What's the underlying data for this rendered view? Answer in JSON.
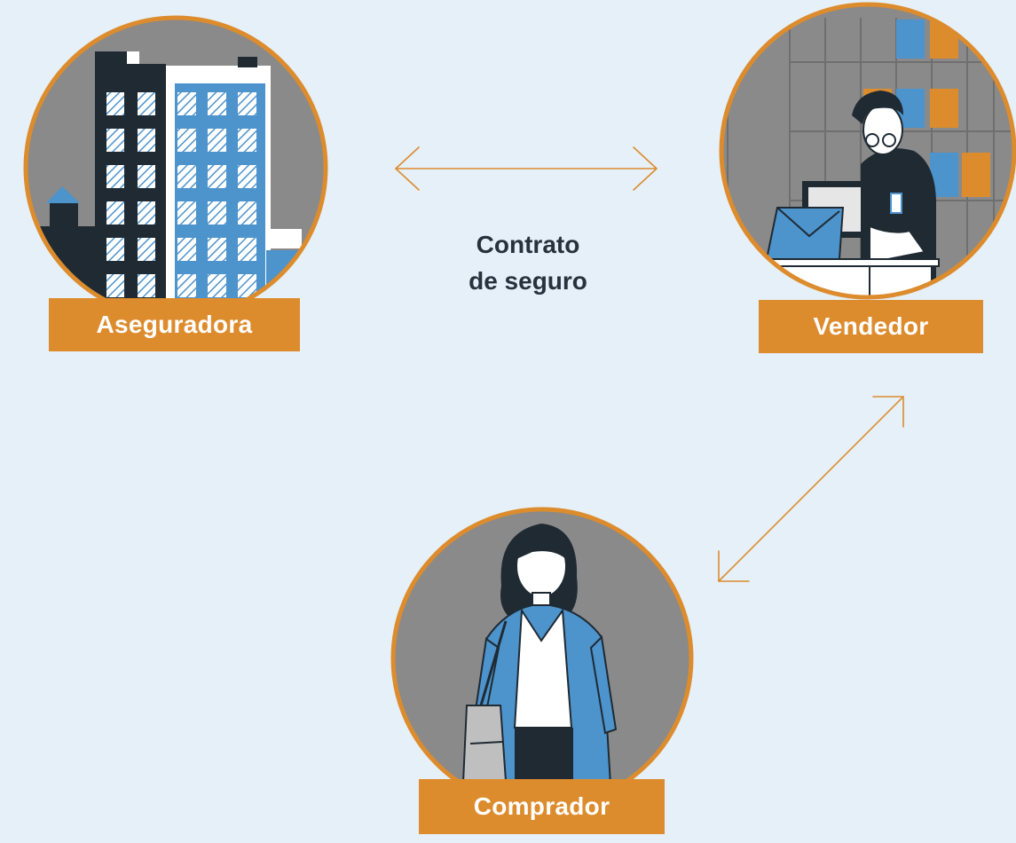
{
  "relationship": {
    "line1": "Contrato",
    "line2": "de seguro"
  },
  "nodes": {
    "insurer": {
      "label": "Aseguradora",
      "icon": "office-building-icon"
    },
    "seller": {
      "label": "Vendedor",
      "icon": "salesperson-icon"
    },
    "buyer": {
      "label": "Comprador",
      "icon": "customer-woman-icon"
    }
  },
  "colors": {
    "background": "#e5f0f9",
    "accent": "#dd8c2d",
    "circle_fill": "#8a8a8a",
    "dark": "#1f2a33",
    "blue": "#4d93cc",
    "text": "#28323c"
  }
}
